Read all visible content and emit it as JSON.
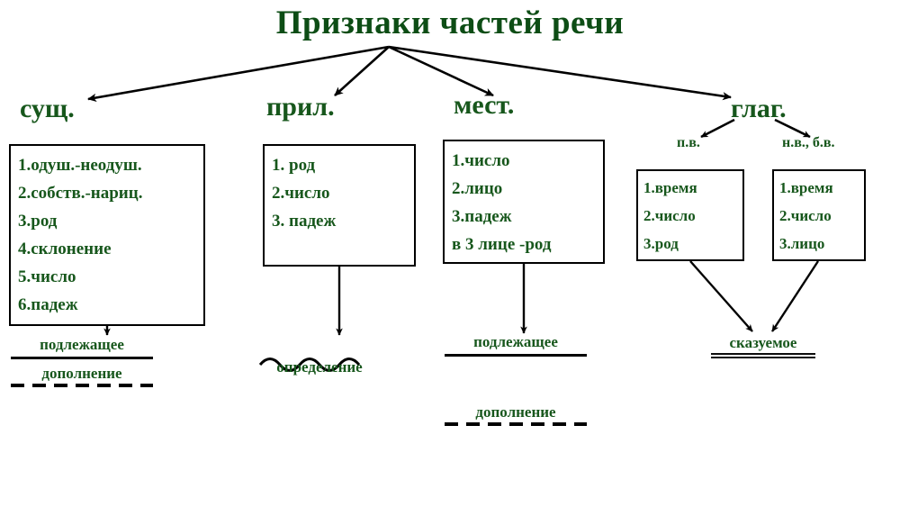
{
  "title": "Признаки частей речи",
  "colors": {
    "text_green": "#17571c",
    "title_green": "#0d4d15",
    "line_black": "#000000",
    "background": "#ffffff"
  },
  "columns": [
    {
      "id": "noun",
      "header": "сущ.",
      "features": [
        "1.одуш.-неодуш.",
        "2.собств.-нариц.",
        "3.род",
        "4.склонение",
        "5.число",
        "6.падеж"
      ],
      "roles": [
        {
          "label": "подлежащее",
          "underline": "solid"
        },
        {
          "label": "дополнение",
          "underline": "dashed"
        }
      ]
    },
    {
      "id": "adjective",
      "header": "прил.",
      "features": [
        "1. род",
        "2.число",
        "3. падеж"
      ],
      "roles": [
        {
          "label": "определение",
          "underline": "wavy"
        }
      ]
    },
    {
      "id": "pronoun",
      "header": "мест.",
      "features": [
        "1.число",
        "2.лицо",
        "3.падеж",
        "в 3 лице -род"
      ],
      "roles": [
        {
          "label": "подлежащее",
          "underline": "solid"
        },
        {
          "label": "дополнение",
          "underline": "dashed"
        }
      ]
    },
    {
      "id": "verb",
      "header": "глаг.",
      "tenses": [
        {
          "id": "past",
          "label": "п.в.",
          "features": [
            "1.время",
            "2.число",
            "3.род"
          ]
        },
        {
          "id": "present-future",
          "label": "н.в., б.в.",
          "features": [
            "1.время",
            "2.число",
            "3.лицо"
          ]
        }
      ],
      "roles": [
        {
          "label": "сказуемое",
          "underline": "double"
        }
      ]
    }
  ]
}
